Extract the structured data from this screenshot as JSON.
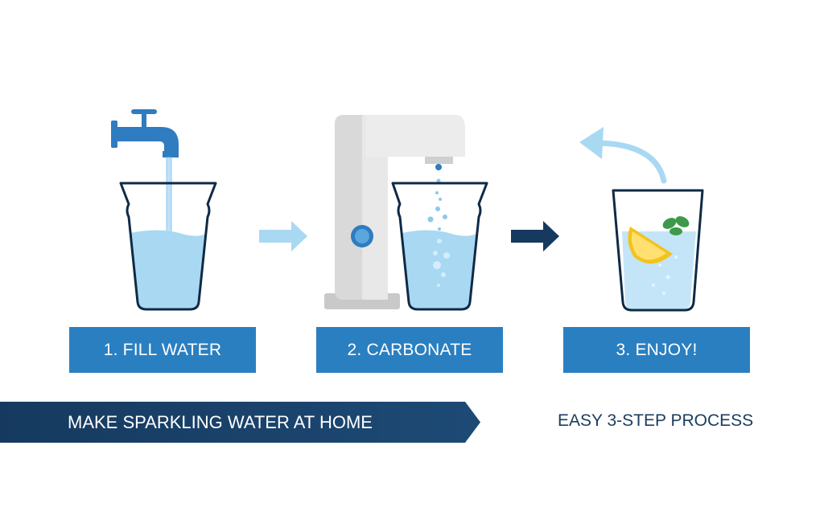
{
  "steps": [
    {
      "label": "1. FILL WATER"
    },
    {
      "label": "2. CARBONATE"
    },
    {
      "label": "3. ENJOY!"
    }
  ],
  "banner": {
    "title": "MAKE SPARKLING WATER AT HOME"
  },
  "tagline": "EASY 3-STEP PROCESS",
  "colors": {
    "step_box": "#2a7fc1",
    "banner": "#163a5f",
    "water": "#a9d8f3",
    "glass_outline": "#0f2a45",
    "tap": "#2f7cc0"
  }
}
